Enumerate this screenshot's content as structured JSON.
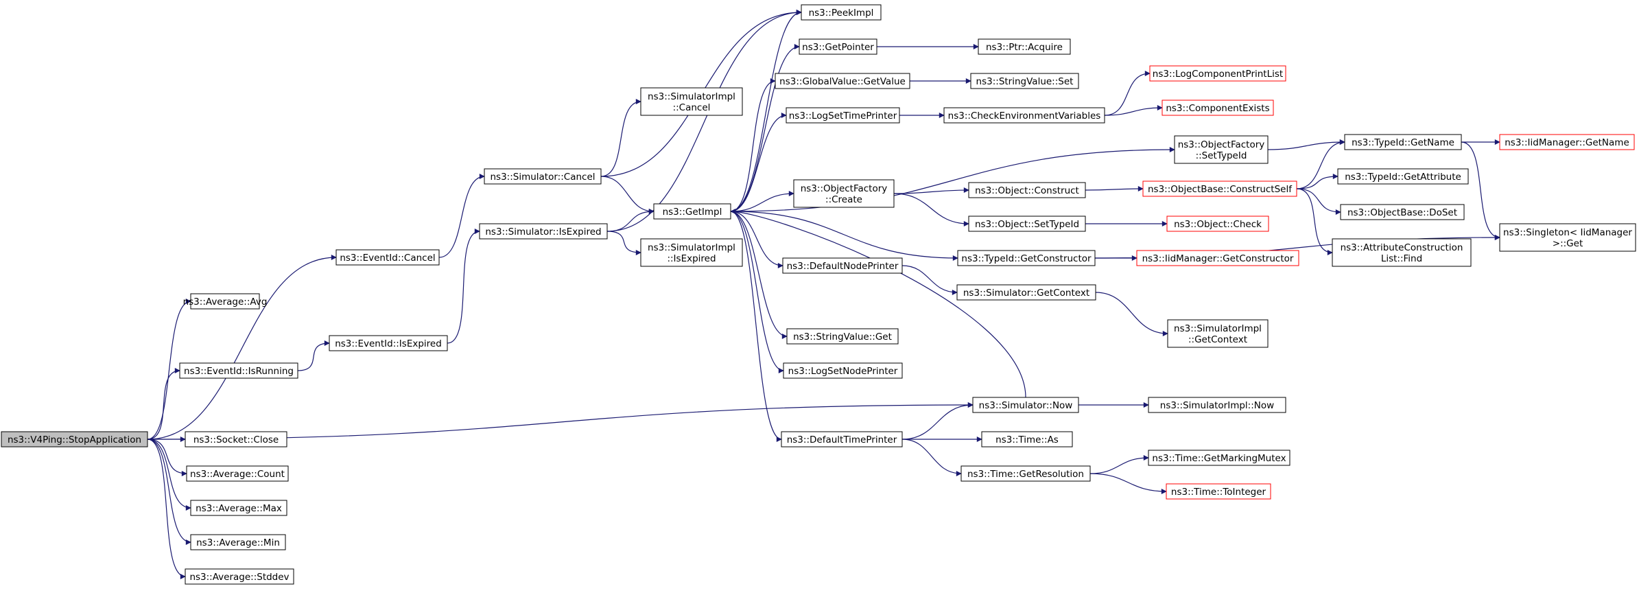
{
  "colors": {
    "edge": "#191970",
    "node_border": "#000000",
    "node_border_truncated": "#ff0000",
    "root_fill": "#bfbfbf",
    "node_fill": "#ffffff"
  },
  "nodes": [
    {
      "id": "root",
      "lines": [
        "ns3::V4Ping::StopApplication"
      ],
      "kind": "root"
    },
    {
      "id": "avg_avg",
      "lines": [
        "ns3::Average::Avg"
      ],
      "kind": "normal"
    },
    {
      "id": "eventid_cancel",
      "lines": [
        "ns3::EventId::Cancel"
      ],
      "kind": "normal"
    },
    {
      "id": "eventid_isrunning",
      "lines": [
        "ns3::EventId::IsRunning"
      ],
      "kind": "normal"
    },
    {
      "id": "socket_close",
      "lines": [
        "ns3::Socket::Close"
      ],
      "kind": "normal"
    },
    {
      "id": "avg_count",
      "lines": [
        "ns3::Average::Count"
      ],
      "kind": "normal"
    },
    {
      "id": "avg_max",
      "lines": [
        "ns3::Average::Max"
      ],
      "kind": "normal"
    },
    {
      "id": "avg_min",
      "lines": [
        "ns3::Average::Min"
      ],
      "kind": "normal"
    },
    {
      "id": "avg_stddev",
      "lines": [
        "ns3::Average::Stddev"
      ],
      "kind": "normal"
    },
    {
      "id": "eventid_isexpired",
      "lines": [
        "ns3::EventId::IsExpired"
      ],
      "kind": "normal"
    },
    {
      "id": "sim_cancel",
      "lines": [
        "ns3::Simulator::Cancel"
      ],
      "kind": "normal"
    },
    {
      "id": "sim_isexpired",
      "lines": [
        "ns3::Simulator::IsExpired"
      ],
      "kind": "normal"
    },
    {
      "id": "simimpl_cancel",
      "lines": [
        "ns3::SimulatorImpl",
        "::Cancel"
      ],
      "kind": "normal"
    },
    {
      "id": "getimpl",
      "lines": [
        "ns3::GetImpl"
      ],
      "kind": "normal"
    },
    {
      "id": "simimpl_isexpired",
      "lines": [
        "ns3::SimulatorImpl",
        "::IsExpired"
      ],
      "kind": "normal"
    },
    {
      "id": "peekimpl",
      "lines": [
        "ns3::PeekImpl"
      ],
      "kind": "normal"
    },
    {
      "id": "getpointer",
      "lines": [
        "ns3::GetPointer"
      ],
      "kind": "normal"
    },
    {
      "id": "gv_getvalue",
      "lines": [
        "ns3::GlobalValue::GetValue"
      ],
      "kind": "normal"
    },
    {
      "id": "logsettimeprinter",
      "lines": [
        "ns3::LogSetTimePrinter"
      ],
      "kind": "normal"
    },
    {
      "id": "of_create",
      "lines": [
        "ns3::ObjectFactory",
        "::Create"
      ],
      "kind": "normal"
    },
    {
      "id": "defaultnodeprinter",
      "lines": [
        "ns3::DefaultNodePrinter"
      ],
      "kind": "normal"
    },
    {
      "id": "stringvalue_get",
      "lines": [
        "ns3::StringValue::Get"
      ],
      "kind": "normal"
    },
    {
      "id": "logsetnodeprinter",
      "lines": [
        "ns3::LogSetNodePrinter"
      ],
      "kind": "normal"
    },
    {
      "id": "defaulttimeprinter",
      "lines": [
        "ns3::DefaultTimePrinter"
      ],
      "kind": "normal"
    },
    {
      "id": "ptr_acquire",
      "lines": [
        "ns3::Ptr::Acquire"
      ],
      "kind": "normal"
    },
    {
      "id": "stringvalue_set",
      "lines": [
        "ns3::StringValue::Set"
      ],
      "kind": "normal"
    },
    {
      "id": "checkenv",
      "lines": [
        "ns3::CheckEnvironmentVariables"
      ],
      "kind": "normal"
    },
    {
      "id": "of_settypeid",
      "lines": [
        "ns3::ObjectFactory",
        "::SetTypeId"
      ],
      "kind": "normal"
    },
    {
      "id": "obj_construct",
      "lines": [
        "ns3::Object::Construct"
      ],
      "kind": "normal"
    },
    {
      "id": "obj_settypeid",
      "lines": [
        "ns3::Object::SetTypeId"
      ],
      "kind": "normal"
    },
    {
      "id": "typeid_getconstructor",
      "lines": [
        "ns3::TypeId::GetConstructor"
      ],
      "kind": "normal"
    },
    {
      "id": "sim_getcontext",
      "lines": [
        "ns3::Simulator::GetContext"
      ],
      "kind": "normal"
    },
    {
      "id": "sim_now",
      "lines": [
        "ns3::Simulator::Now"
      ],
      "kind": "normal"
    },
    {
      "id": "time_as",
      "lines": [
        "ns3::Time::As"
      ],
      "kind": "normal"
    },
    {
      "id": "time_getresolution",
      "lines": [
        "ns3::Time::GetResolution"
      ],
      "kind": "normal"
    },
    {
      "id": "logcomponentprintlist",
      "lines": [
        "ns3::LogComponentPrintList"
      ],
      "kind": "truncated"
    },
    {
      "id": "componentexists",
      "lines": [
        "ns3::ComponentExists"
      ],
      "kind": "truncated"
    },
    {
      "id": "objbase_constructself",
      "lines": [
        "ns3::ObjectBase::ConstructSelf"
      ],
      "kind": "truncated"
    },
    {
      "id": "obj_check",
      "lines": [
        "ns3::Object::Check"
      ],
      "kind": "truncated"
    },
    {
      "id": "iidmanager_getconstructor",
      "lines": [
        "ns3::IidManager::GetConstructor"
      ],
      "kind": "truncated"
    },
    {
      "id": "simimpl_getcontext",
      "lines": [
        "ns3::SimulatorImpl",
        "::GetContext"
      ],
      "kind": "normal"
    },
    {
      "id": "simimpl_now",
      "lines": [
        "ns3::SimulatorImpl::Now"
      ],
      "kind": "normal"
    },
    {
      "id": "time_getmarkingmutex",
      "lines": [
        "ns3::Time::GetMarkingMutex"
      ],
      "kind": "normal"
    },
    {
      "id": "time_tointeger",
      "lines": [
        "ns3::Time::ToInteger"
      ],
      "kind": "truncated"
    },
    {
      "id": "typeid_getname",
      "lines": [
        "ns3::TypeId::GetName"
      ],
      "kind": "normal"
    },
    {
      "id": "typeid_getattribute",
      "lines": [
        "ns3::TypeId::GetAttribute"
      ],
      "kind": "normal"
    },
    {
      "id": "objbase_doset",
      "lines": [
        "ns3::ObjectBase::DoSet"
      ],
      "kind": "normal"
    },
    {
      "id": "attrconstructionlist_find",
      "lines": [
        "ns3::AttributeConstruction",
        "List::Find"
      ],
      "kind": "normal"
    },
    {
      "id": "iidmanager_getname",
      "lines": [
        "ns3::IidManager::GetName"
      ],
      "kind": "truncated"
    },
    {
      "id": "singleton_get",
      "lines": [
        "ns3::Singleton< IidManager",
        " >::Get"
      ],
      "kind": "normal"
    }
  ],
  "edges": [
    [
      "root",
      "avg_avg"
    ],
    [
      "root",
      "eventid_cancel"
    ],
    [
      "root",
      "eventid_isrunning"
    ],
    [
      "root",
      "sim_now"
    ],
    [
      "root",
      "socket_close"
    ],
    [
      "root",
      "avg_count"
    ],
    [
      "root",
      "avg_max"
    ],
    [
      "root",
      "avg_min"
    ],
    [
      "root",
      "avg_stddev"
    ],
    [
      "eventid_cancel",
      "sim_cancel"
    ],
    [
      "eventid_isrunning",
      "eventid_isexpired"
    ],
    [
      "eventid_isexpired",
      "sim_isexpired"
    ],
    [
      "sim_cancel",
      "simimpl_cancel"
    ],
    [
      "sim_cancel",
      "getimpl"
    ],
    [
      "sim_cancel",
      "peekimpl"
    ],
    [
      "sim_isexpired",
      "getimpl"
    ],
    [
      "sim_isexpired",
      "simimpl_isexpired"
    ],
    [
      "sim_isexpired",
      "peekimpl"
    ],
    [
      "getimpl",
      "peekimpl"
    ],
    [
      "getimpl",
      "getpointer"
    ],
    [
      "getimpl",
      "gv_getvalue"
    ],
    [
      "getimpl",
      "logsettimeprinter"
    ],
    [
      "getimpl",
      "of_settypeid"
    ],
    [
      "getimpl",
      "of_create"
    ],
    [
      "getimpl",
      "defaultnodeprinter"
    ],
    [
      "getimpl",
      "stringvalue_get"
    ],
    [
      "getimpl",
      "logsetnodeprinter"
    ],
    [
      "getimpl",
      "defaulttimeprinter"
    ],
    [
      "getimpl",
      "typeid_getconstructor"
    ],
    [
      "getpointer",
      "ptr_acquire"
    ],
    [
      "gv_getvalue",
      "stringvalue_set"
    ],
    [
      "logsettimeprinter",
      "checkenv"
    ],
    [
      "checkenv",
      "logcomponentprintlist"
    ],
    [
      "checkenv",
      "componentexists"
    ],
    [
      "of_settypeid",
      "typeid_getname"
    ],
    [
      "of_create",
      "obj_construct"
    ],
    [
      "of_create",
      "obj_settypeid"
    ],
    [
      "obj_construct",
      "objbase_constructself"
    ],
    [
      "obj_settypeid",
      "obj_check"
    ],
    [
      "typeid_getconstructor",
      "iidmanager_getconstructor"
    ],
    [
      "typeid_getconstructor",
      "singleton_get"
    ],
    [
      "defaultnodeprinter",
      "sim_getcontext"
    ],
    [
      "sim_getcontext",
      "simimpl_getcontext"
    ],
    [
      "sim_now",
      "getimpl"
    ],
    [
      "sim_now",
      "simimpl_now"
    ],
    [
      "defaulttimeprinter",
      "sim_now"
    ],
    [
      "defaulttimeprinter",
      "time_as"
    ],
    [
      "defaulttimeprinter",
      "time_getresolution"
    ],
    [
      "time_getresolution",
      "time_getmarkingmutex"
    ],
    [
      "time_getresolution",
      "time_tointeger"
    ],
    [
      "objbase_constructself",
      "typeid_getname"
    ],
    [
      "objbase_constructself",
      "typeid_getattribute"
    ],
    [
      "objbase_constructself",
      "objbase_doset"
    ],
    [
      "objbase_constructself",
      "attrconstructionlist_find"
    ],
    [
      "typeid_getname",
      "iidmanager_getname"
    ],
    [
      "typeid_getname",
      "singleton_get"
    ]
  ]
}
